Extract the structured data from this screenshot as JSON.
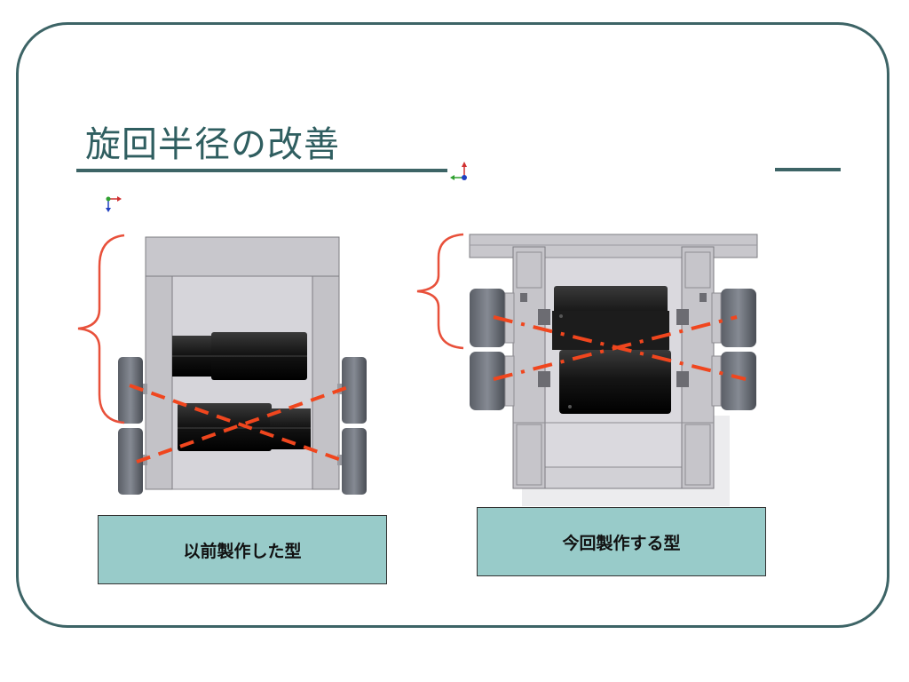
{
  "slide": {
    "title": "旋回半径の改善"
  },
  "labels": {
    "previous": "以前製作した型",
    "current": "今回製作する型"
  },
  "colors": {
    "frame": "#3d6466",
    "title": "#2f5e60",
    "label_fill": "#98cbc9",
    "dash_line": "#f0461e",
    "brace": "#e8503a"
  }
}
